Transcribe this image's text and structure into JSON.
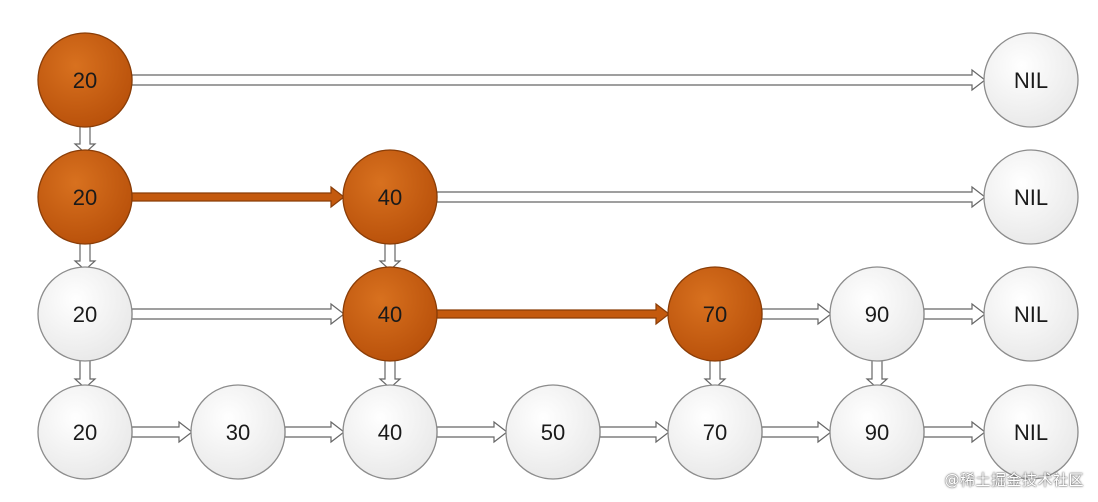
{
  "colors": {
    "highlight_fill": "#c45a0e",
    "highlight_stroke": "#8a3d07",
    "node_fill": "#f4f4f4",
    "node_stroke": "#8c8c8c",
    "arrow_white_fill": "#ffffff",
    "arrow_stroke": "#666666"
  },
  "levels": [
    {
      "name": "level-3",
      "nodes": [
        {
          "label": "20",
          "col": 0,
          "highlight": true
        },
        {
          "label": "NIL",
          "col": 6,
          "highlight": false
        }
      ],
      "links": [
        {
          "from": 0,
          "to": 1,
          "highlight": false
        }
      ]
    },
    {
      "name": "level-2",
      "nodes": [
        {
          "label": "20",
          "col": 0,
          "highlight": true
        },
        {
          "label": "40",
          "col": 2,
          "highlight": true
        },
        {
          "label": "NIL",
          "col": 6,
          "highlight": false
        }
      ],
      "links": [
        {
          "from": 0,
          "to": 1,
          "highlight": true
        },
        {
          "from": 1,
          "to": 2,
          "highlight": false
        }
      ]
    },
    {
      "name": "level-1",
      "nodes": [
        {
          "label": "20",
          "col": 0,
          "highlight": false
        },
        {
          "label": "40",
          "col": 2,
          "highlight": true
        },
        {
          "label": "70",
          "col": 4,
          "highlight": true
        },
        {
          "label": "90",
          "col": 5,
          "highlight": false
        },
        {
          "label": "NIL",
          "col": 6,
          "highlight": false
        }
      ],
      "links": [
        {
          "from": 0,
          "to": 1,
          "highlight": false
        },
        {
          "from": 1,
          "to": 2,
          "highlight": true
        },
        {
          "from": 2,
          "to": 3,
          "highlight": false
        },
        {
          "from": 3,
          "to": 4,
          "highlight": false
        }
      ]
    },
    {
      "name": "level-0",
      "nodes": [
        {
          "label": "20",
          "col": 0,
          "highlight": false
        },
        {
          "label": "30",
          "col": 1,
          "highlight": false
        },
        {
          "label": "40",
          "col": 2,
          "highlight": false
        },
        {
          "label": "50",
          "col": 3,
          "highlight": false
        },
        {
          "label": "70",
          "col": 4,
          "highlight": false
        },
        {
          "label": "90",
          "col": 5,
          "highlight": false
        },
        {
          "label": "NIL",
          "col": 6,
          "highlight": false
        }
      ],
      "links": [
        {
          "from": 0,
          "to": 1,
          "highlight": false
        },
        {
          "from": 1,
          "to": 2,
          "highlight": false
        },
        {
          "from": 2,
          "to": 3,
          "highlight": false
        },
        {
          "from": 3,
          "to": 4,
          "highlight": false
        },
        {
          "from": 4,
          "to": 5,
          "highlight": false
        },
        {
          "from": 5,
          "to": 6,
          "highlight": false
        }
      ]
    }
  ],
  "down_links": [
    {
      "from_level": 0,
      "to_level": 1,
      "col": 0
    },
    {
      "from_level": 1,
      "to_level": 2,
      "col": 0
    },
    {
      "from_level": 1,
      "to_level": 2,
      "col": 2
    },
    {
      "from_level": 2,
      "to_level": 3,
      "col": 0
    },
    {
      "from_level": 2,
      "to_level": 3,
      "col": 2
    },
    {
      "from_level": 2,
      "to_level": 3,
      "col": 4
    },
    {
      "from_level": 2,
      "to_level": 3,
      "col": 5
    }
  ],
  "watermark": "@稀土掘金技术社区"
}
